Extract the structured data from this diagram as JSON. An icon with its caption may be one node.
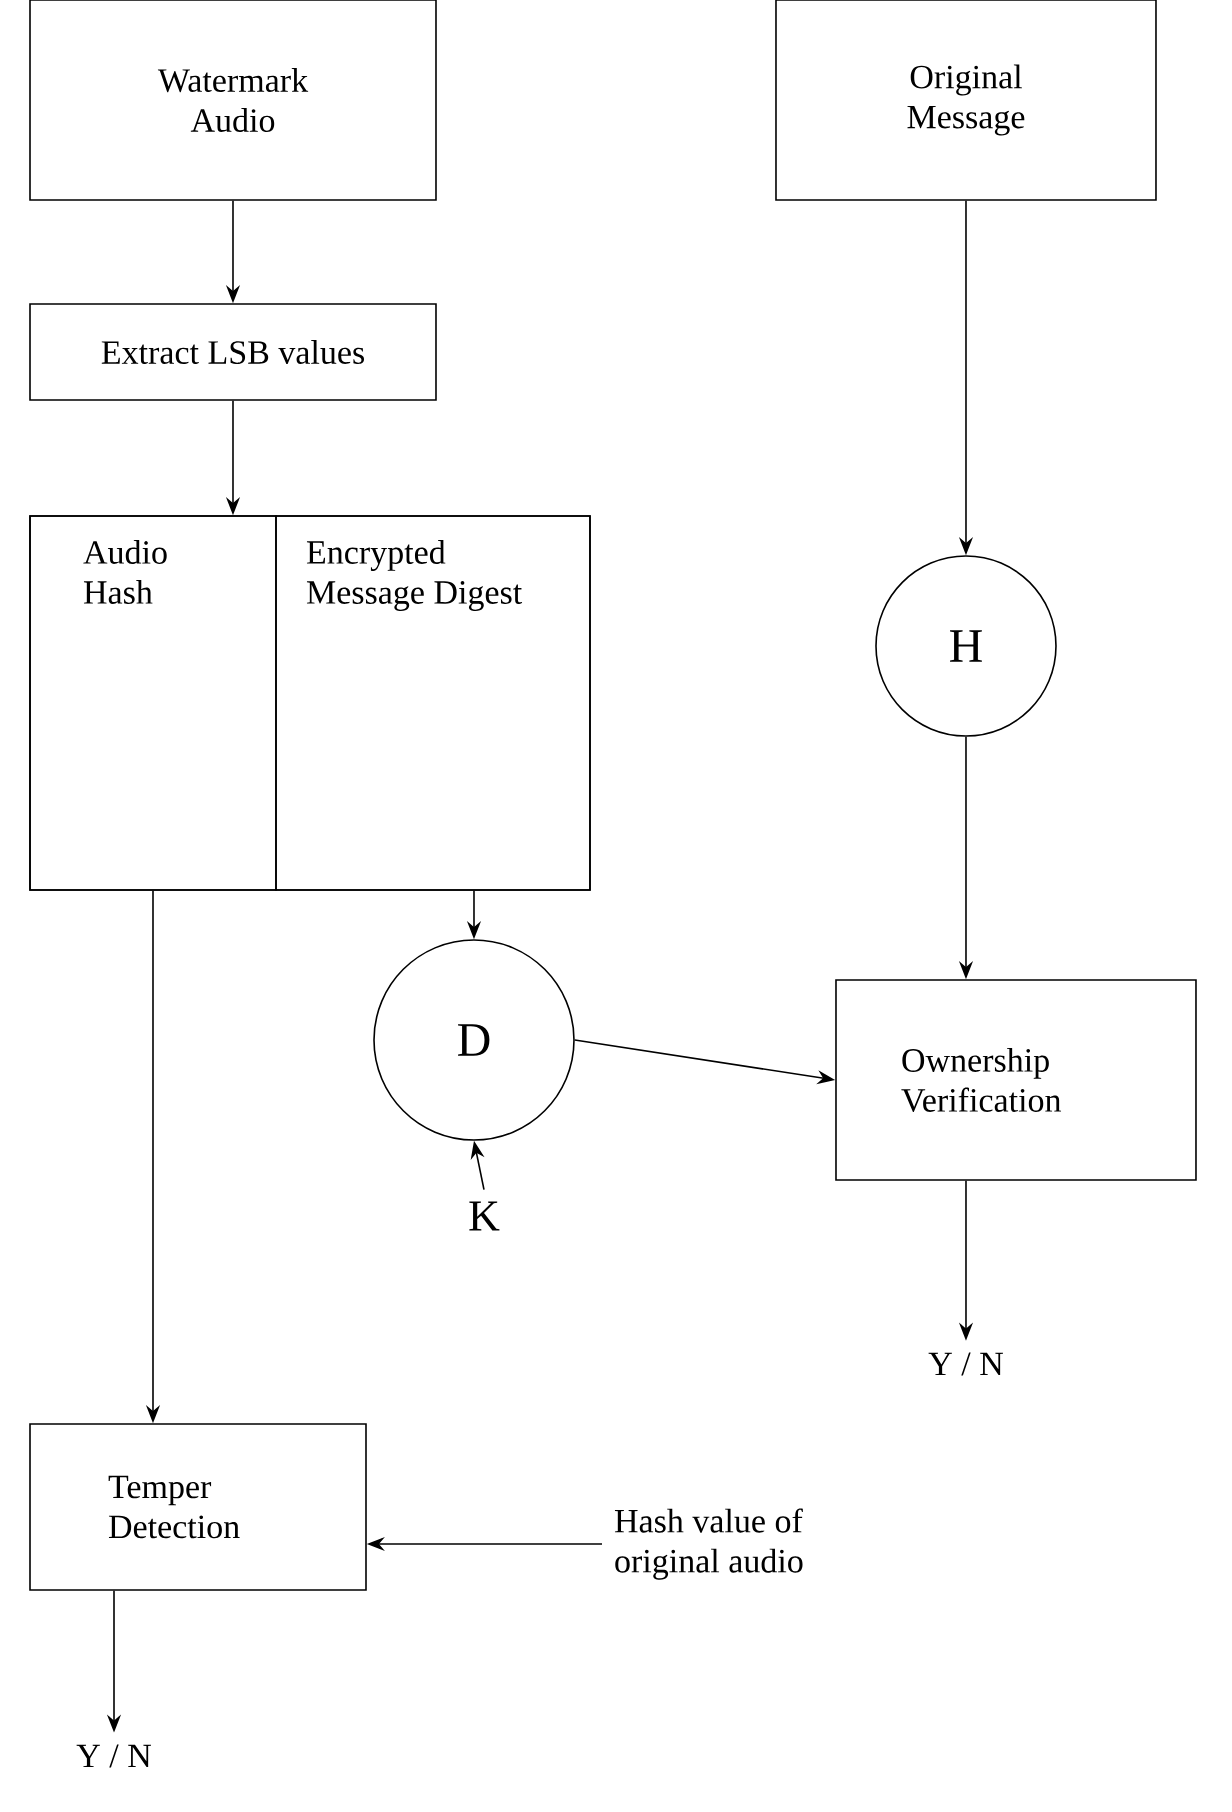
{
  "diagram": {
    "nodes": [
      {
        "text": [
          "Watermark Audio"
        ]
      },
      {
        "text": [
          "Original Message"
        ]
      },
      {
        "text": [
          "Extract LSB values"
        ]
      },
      {
        "text": [],
        "shape": "box"
      },
      {
        "text": [
          "Audio Hash"
        ],
        "in": 3
      },
      {
        "text": [
          "Encrypted Message Digest"
        ],
        "in": 3
      },
      {
        "text": [
          "H"
        ]
      },
      {
        "text": [
          "D"
        ]
      },
      {
        "text": [
          "Ownership Verification"
        ]
      },
      {
        "text": [
          "K"
        ]
      },
      {
        "text": [
          "Y / N"
        ]
      },
      {
        "text": [
          "Temper Detection"
        ]
      },
      {
        "text": [
          "Hash value of original audio"
        ]
      },
      {
        "text": [
          "Y / N"
        ]
      }
    ],
    "edges": [
      {
        "from": 0,
        "to": 2,
        "arrow": "to"
      },
      {
        "from": 2,
        "to": 3,
        "arrow": "to"
      },
      {
        "from": 1,
        "to": 6,
        "arrow": "to"
      },
      {
        "from": 5,
        "to": 7,
        "arrow": "to"
      },
      {
        "from": 6,
        "to": 8,
        "arrow": "to"
      },
      {
        "from": 7,
        "to": 8,
        "arrow": "to"
      },
      {
        "from": 9,
        "to": 7,
        "arrow": "to"
      },
      {
        "from": 8,
        "to": 10,
        "arrow": "to"
      },
      {
        "from": 4,
        "to": 11,
        "arrow": "to"
      },
      {
        "from": 12,
        "to": 11,
        "arrow": "to"
      },
      {
        "from": 11,
        "to": 13,
        "arrow": "to"
      }
    ]
  }
}
